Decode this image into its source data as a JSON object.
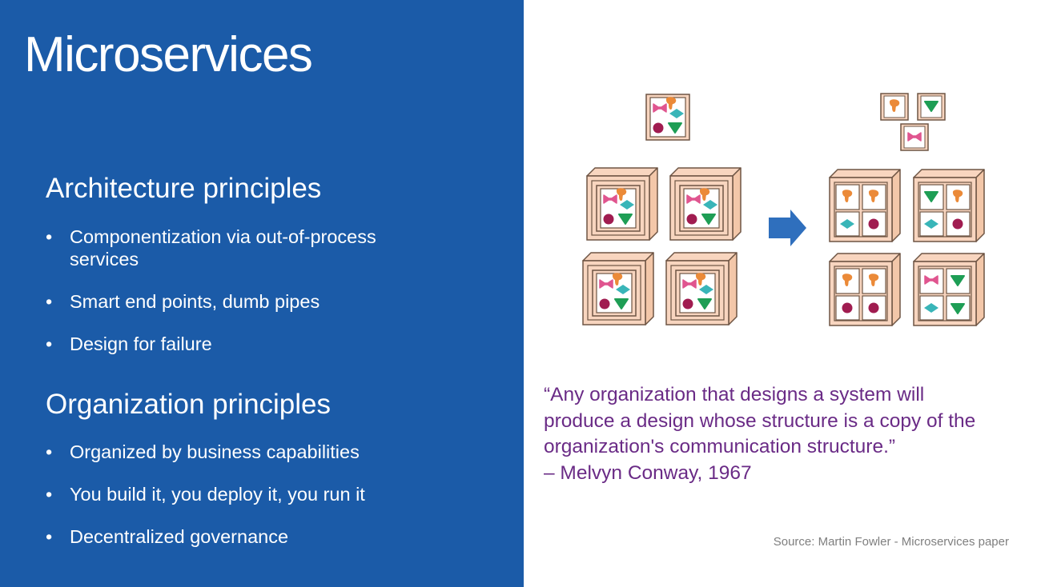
{
  "title": "Microservices",
  "architecture": {
    "heading": "Architecture  principles",
    "bullets": [
      {
        "line1": "Componentization via out-of-process",
        "line2": "services"
      },
      {
        "line1": "Smart end points, dumb pipes"
      },
      {
        "line1": "Design for failure"
      }
    ]
  },
  "organization": {
    "heading": "Organization  principles",
    "bullets": [
      {
        "line1": "Organized by business capabilities"
      },
      {
        "line1": "You build it, you deploy it, you run it"
      },
      {
        "line1": "Decentralized governance"
      }
    ]
  },
  "bullet_glyph": "•",
  "quote": {
    "line1": "“Any organization that designs a system will",
    "line2": "produce a design whose structure is a copy of the",
    "line3": "organization's communication structure.”",
    "attribution": "– Melvyn Conway, 1967"
  },
  "source": "Source: Martin Fowler - Microservices paper",
  "colors": {
    "panel": "#1b5ba8",
    "quote": "#6a2b86",
    "box_fill": "#f8d5bf",
    "box_stroke": "#6e5544",
    "arrow": "#2f6fbd",
    "pink": "#e0558f",
    "orange": "#eb8a38",
    "teal": "#39b5b8",
    "maroon": "#a01c50",
    "green": "#1e9e55"
  },
  "diagram": {
    "arrow_icon": "right-arrow-icon",
    "monolith_shapes": [
      "pink-bowtie",
      "orange-blob",
      "teal-diamond",
      "maroon-circle",
      "green-triangle"
    ],
    "service_shapes": [
      "orange-blob",
      "green-triangle",
      "pink-bowtie"
    ]
  }
}
